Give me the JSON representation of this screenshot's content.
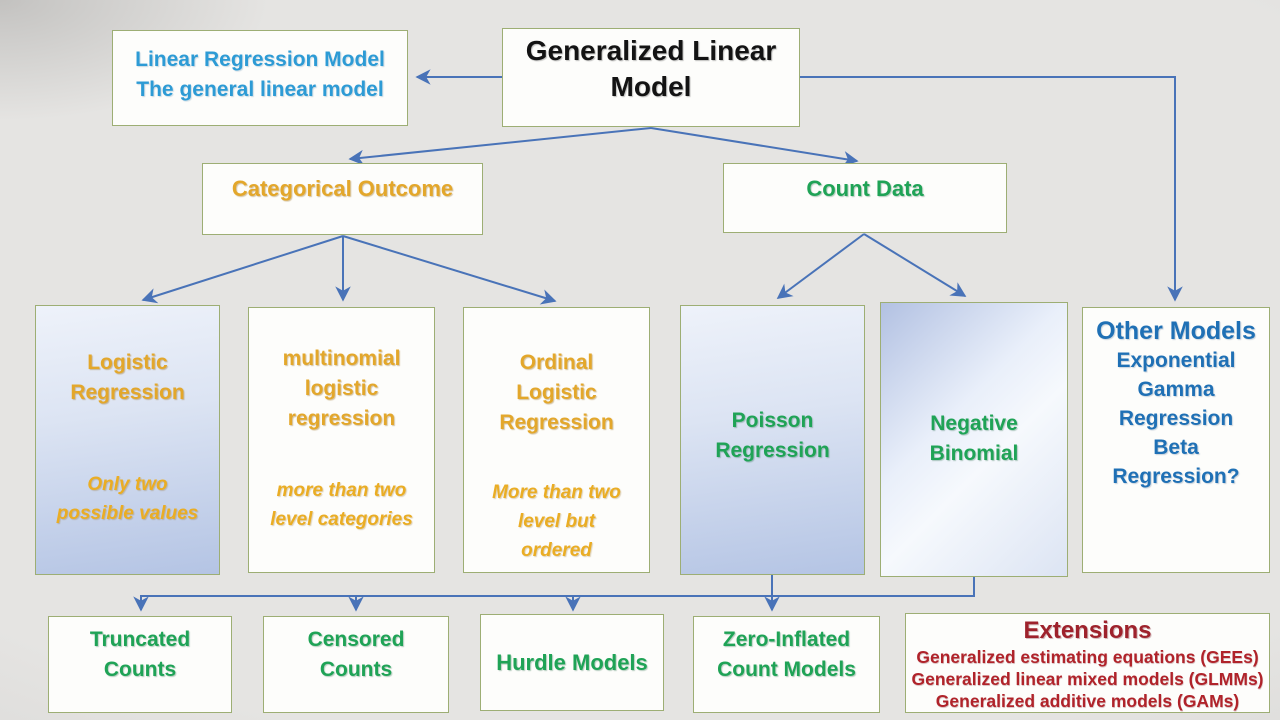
{
  "diagram_title": "Generalized Linear Model flowchart",
  "colors": {
    "background": "#e5e4e2",
    "box_border": "#9dae74",
    "connector_blue": "#4973b8",
    "gradient_box_blue": "#b6c5e5",
    "gold_text": "#e3a72b",
    "green_text": "#1fa356",
    "light_blue_text": "#2d9bd5",
    "blue_text": "#1f70b5",
    "black_text": "#131313",
    "dark_red_text": "#9e222c",
    "red_text": "#b0232a"
  },
  "nodes": {
    "glm": {
      "title": "Generalized Linear\nModel"
    },
    "linear_regression": {
      "title": "Linear Regression Model\nThe general linear model"
    },
    "categorical_outcome": {
      "title": "Categorical Outcome"
    },
    "count_data": {
      "title": "Count Data"
    },
    "logistic": {
      "title": "Logistic\nRegression",
      "subtitle": "Only two\npossible values"
    },
    "multinomial": {
      "title": "multinomial\nlogistic\nregression",
      "subtitle": "more than two\nlevel categories"
    },
    "ordinal": {
      "title": "Ordinal\nLogistic\nRegression",
      "subtitle": "More than two\nlevel but\nordered"
    },
    "poisson": {
      "title": "Poisson\nRegression"
    },
    "negative_binomial": {
      "title": "Negative\nBinomial"
    },
    "other_models": {
      "title": "Other Models",
      "lines": [
        "Exponential",
        "Gamma",
        "Regression",
        "Beta",
        "Regression?"
      ]
    },
    "truncated": {
      "title": "Truncated\nCounts"
    },
    "censored": {
      "title": "Censored\nCounts"
    },
    "hurdle": {
      "title": "Hurdle Models"
    },
    "zero_inflated": {
      "title": "Zero-Inflated\nCount Models"
    },
    "extensions": {
      "title": "Extensions",
      "lines": [
        "Generalized estimating equations (GEEs)",
        "Generalized linear mixed models (GLMMs)",
        "Generalized additive models (GAMs)"
      ]
    }
  }
}
